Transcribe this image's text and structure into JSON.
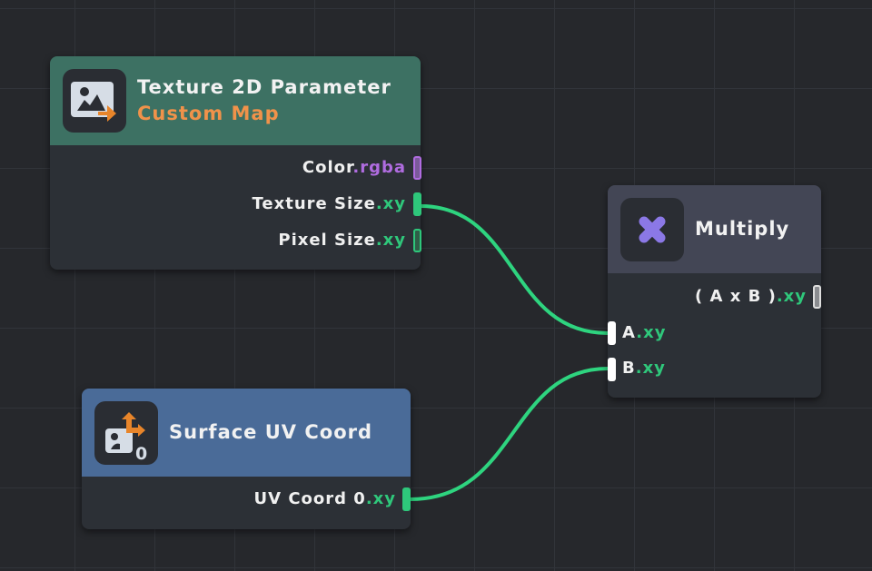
{
  "nodes": {
    "texture": {
      "title": "Texture 2D Parameter",
      "subtitle": "Custom Map",
      "ports": [
        {
          "name": "Color",
          "swizzle": ".rgba"
        },
        {
          "name": "Texture Size",
          "swizzle": ".xy"
        },
        {
          "name": "Pixel Size",
          "swizzle": ".xy"
        }
      ]
    },
    "multiply": {
      "title": "Multiply",
      "output": {
        "name": "( A x B )",
        "swizzle": ".xy"
      },
      "inputs": [
        {
          "name": "A",
          "swizzle": ".xy"
        },
        {
          "name": "B",
          "swizzle": ".xy"
        }
      ]
    },
    "uv": {
      "title": "Surface UV Coord",
      "icon_index": "0",
      "output": {
        "name": "UV Coord 0",
        "swizzle": ".xy"
      }
    }
  },
  "colors": {
    "wire": "#2ed47f",
    "texture_header": "#3d7163",
    "multiply_header": "#434655",
    "uv_header": "#4a6b98"
  }
}
